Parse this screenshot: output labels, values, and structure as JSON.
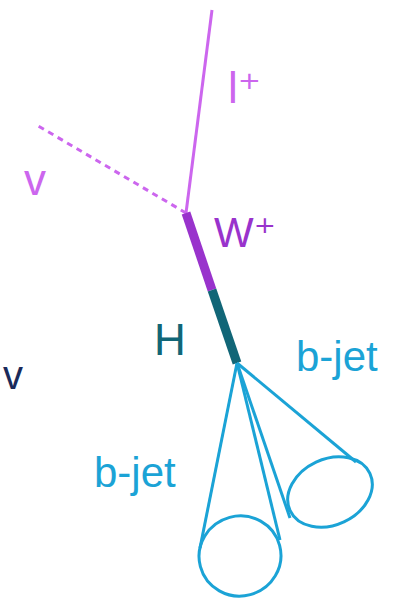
{
  "diagram": {
    "labels": [
      "l⁺",
      "v",
      "W⁺",
      "H",
      "b-jet",
      "b-jet",
      "v"
    ]
  }
}
